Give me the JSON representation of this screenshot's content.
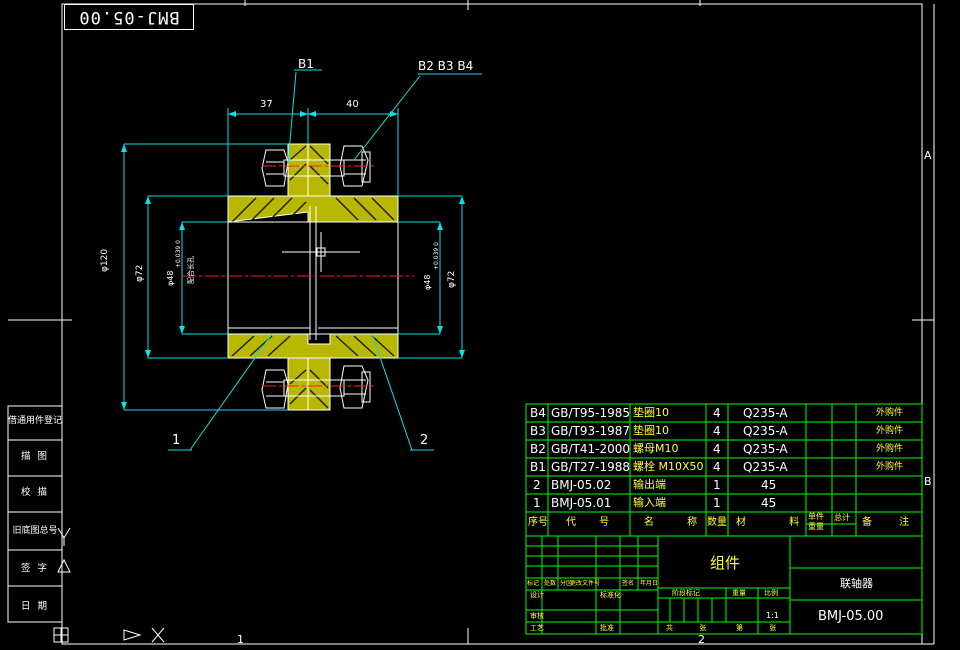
{
  "drawing_number_stamp": "BMJ-05.00",
  "dimensions": {
    "d37": "37",
    "d40": "40",
    "dia120": "φ120",
    "dia72_left": "φ72",
    "dia72_right": "φ72",
    "bore_left": "φ48",
    "bore_right": "φ48",
    "bore_left_tol": "+0.039 0",
    "bore_right_tol": "+0.039 0",
    "bore_left_note": "配合长孔"
  },
  "callouts": {
    "b1": "B1",
    "b234": "B2 B3 B4",
    "p1": "1",
    "p2": "2"
  },
  "border_marks": {
    "bottom_1": "1",
    "bottom_2": "2",
    "right_a": "A",
    "right_b": "B"
  },
  "side_table": [
    "借通用件登记",
    "描 图",
    "校 描",
    "旧底图总号",
    "签 字",
    "日 期"
  ],
  "bom": {
    "rows": [
      {
        "seq": "B4",
        "code": "GB/T95-1985",
        "name": "垫圈10",
        "qty": "4",
        "material": "Q235-A",
        "note": "外购件"
      },
      {
        "seq": "B3",
        "code": "GB/T93-1987",
        "name": "垫圈10",
        "qty": "4",
        "material": "Q235-A",
        "note": "外购件"
      },
      {
        "seq": "B2",
        "code": "GB/T41-2000",
        "name": "螺母M10",
        "qty": "4",
        "material": "Q235-A",
        "note": "外购件"
      },
      {
        "seq": "B1",
        "code": "GB/T27-1988",
        "name": "螺栓 M10X50",
        "qty": "4",
        "material": "Q235-A",
        "note": "外购件"
      },
      {
        "seq": "2",
        "code": "BMJ-05.02",
        "name": "输出端",
        "qty": "1",
        "material": "45",
        "note": ""
      },
      {
        "seq": "1",
        "code": "BMJ-05.01",
        "name": "输入端",
        "qty": "1",
        "material": "45",
        "note": ""
      }
    ],
    "header": {
      "seq": "序号",
      "code": "代 号",
      "name": "名 称",
      "qty": "数量",
      "material": "材 料",
      "unit_weight": "单件 重量",
      "total": "总计",
      "note": "备 注"
    }
  },
  "title_block": {
    "assembly": "组件",
    "part_name": "联轴器",
    "drawing_no": "BMJ-05.00",
    "scale": "1:1",
    "labels": {
      "mark": "标记",
      "count": "处数",
      "zone": "分区",
      "change_doc": "更改文件号",
      "sign": "签名",
      "date": "年月日",
      "design": "设计",
      "standardize": "标准化",
      "stage_mark": "阶段标记",
      "weight": "重量",
      "ratio": "比例",
      "review": "审核",
      "process": "工艺",
      "approve": "批准",
      "total_sheets": "共 张",
      "sheet": "第 张"
    }
  },
  "colors": {
    "outline": "#ffffff",
    "dim": "#00ffff",
    "section": "#ffff00",
    "centerline": "#ff2020",
    "table": "#00ff00"
  }
}
